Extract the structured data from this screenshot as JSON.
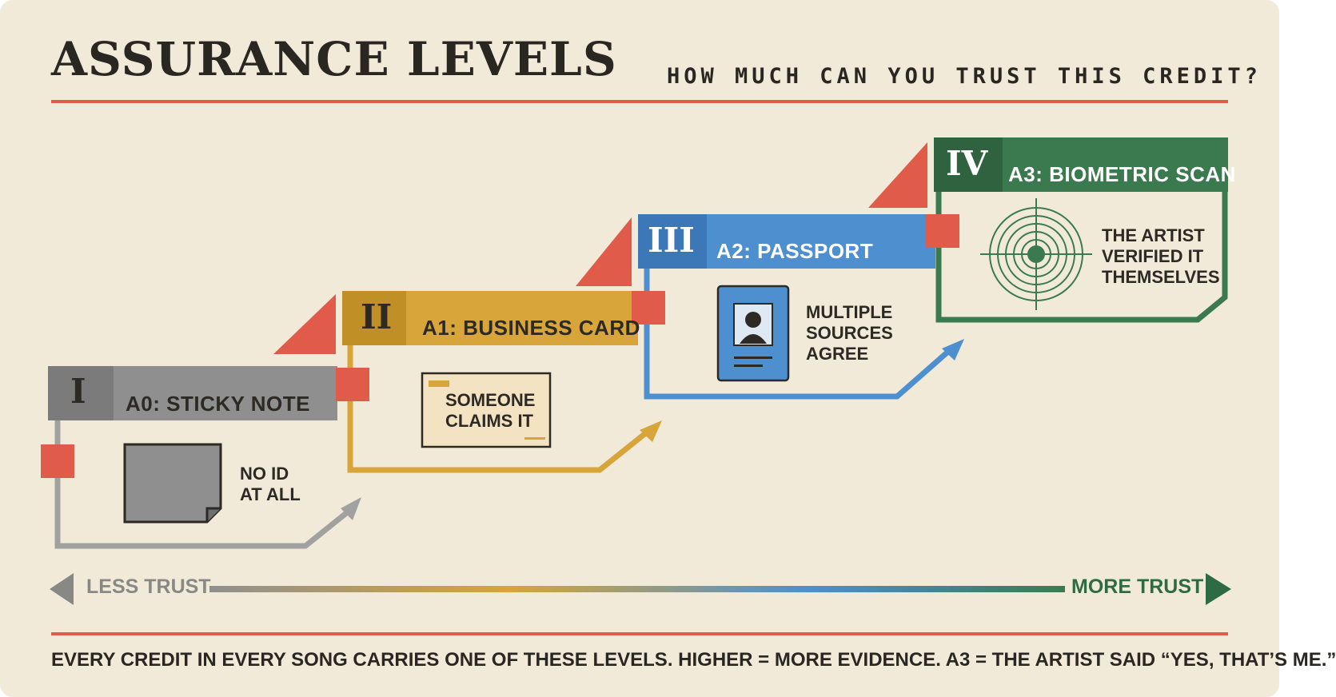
{
  "header": {
    "title": "ASSURANCE LEVELS",
    "subtitle": "HOW MUCH CAN YOU TRUST THIS CREDIT?"
  },
  "levels": [
    {
      "numeral": "I",
      "label": "A0: STICKY NOTE",
      "description": [
        "NO ID",
        "AT ALL"
      ],
      "icon": "sticky-note-icon",
      "color": "#8f8f8f"
    },
    {
      "numeral": "II",
      "label": "A1: BUSINESS CARD",
      "description": [
        "SOMEONE",
        "CLAIMS IT"
      ],
      "icon": "business-card-icon",
      "color": "#d7a53a"
    },
    {
      "numeral": "III",
      "label": "A2: PASSPORT",
      "description": [
        "MULTIPLE",
        "SOURCES",
        "AGREE"
      ],
      "icon": "passport-icon",
      "color": "#4e8fd0"
    },
    {
      "numeral": "IV",
      "label": "A3: BIOMETRIC SCAN",
      "description": [
        "THE ARTIST",
        "VERIFIED IT",
        "THEMSELVES"
      ],
      "icon": "fingerprint-icon",
      "color": "#3b7a4f"
    }
  ],
  "scale": {
    "less": "LESS TRUST",
    "more": "MORE TRUST"
  },
  "footer": "EVERY CREDIT IN EVERY SONG CARRIES ONE OF THESE LEVELS. HIGHER = MORE EVIDENCE. A3 = THE ARTIST SAID “YES, THAT’S ME.”",
  "colors": {
    "background": "#f1ead9",
    "accent_red": "#e15b4b",
    "gray": "#8f8f8f",
    "gold": "#d7a53a",
    "blue": "#4e8fd0",
    "green": "#3b7a4f"
  }
}
